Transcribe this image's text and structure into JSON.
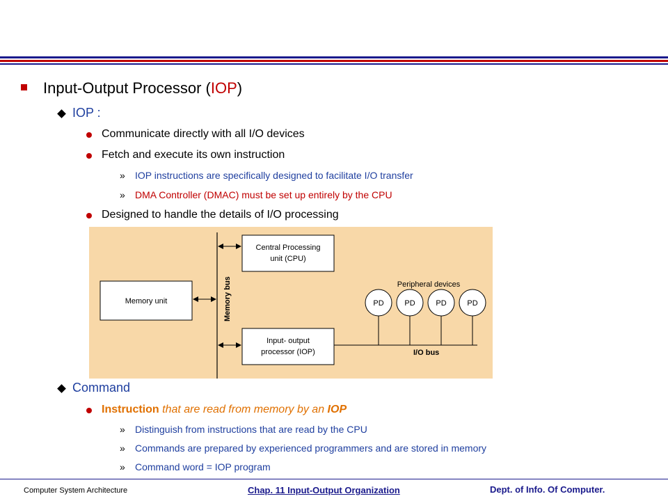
{
  "header": {},
  "title": {
    "prefix": "Input-Output Processor (",
    "accent": "IOP",
    "suffix": ")"
  },
  "sections": {
    "iop_heading": "IOP :",
    "iop_items": {
      "0": "Communicate directly with all I/O devices",
      "1": "Fetch and execute its own instruction",
      "2": "Designed to handle the details of I/O processing"
    },
    "iop_sub": {
      "0": "IOP instructions are specifically designed to facilitate I/O transfer",
      "1": "DMA Controller (DMAC) must be set up entirely by the CPU"
    },
    "command_heading": "Command",
    "command_item": {
      "bold": "Instruction",
      "italic": " that are read from memory by an ",
      "bold2": "IOP"
    },
    "command_sub": {
      "0": "Distinguish from instructions that are read by the CPU",
      "1": "Commands are prepared by experienced programmers and are stored in memory",
      "2": "Command word = IOP program"
    },
    "raquo": "»"
  },
  "diagram": {
    "cpu_line1": "Central Processing",
    "cpu_line2": "unit (CPU)",
    "memory_unit": "Memory unit",
    "memory_bus": "Memory bus",
    "iop_line1": "Input- output",
    "iop_line2": "processor (IOP)",
    "peripheral_devices": "Peripheral devices",
    "pd": "PD",
    "io_bus": "I/O bus",
    "background_color": "#f8d8a8"
  },
  "footer": {
    "left": "Computer System Architecture",
    "center": "Chap. 11  Input-Output Organization",
    "right": "Dept. of  Info. Of  Computer."
  },
  "colors": {
    "stripe_blue": "#1a1a8c",
    "stripe_red": "#c00000",
    "bullet_red": "#c00000",
    "text_blue": "#1f3f9f",
    "text_red": "#c00000",
    "text_orange": "#e07000"
  }
}
